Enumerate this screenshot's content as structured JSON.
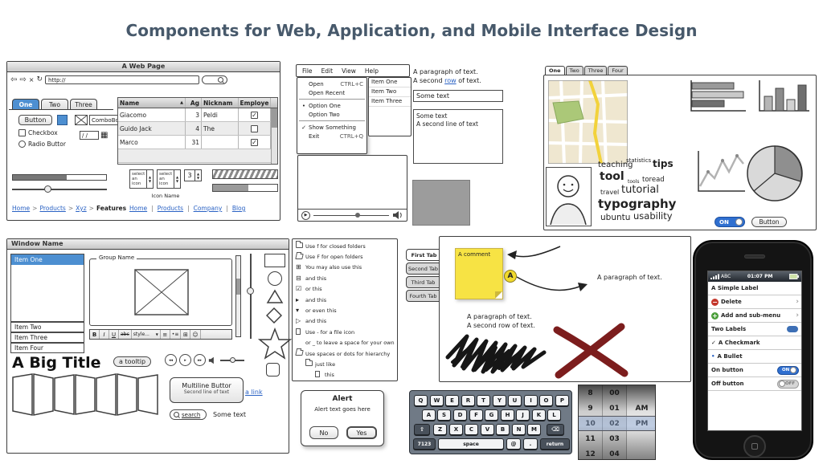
{
  "page": {
    "title": "Components for Web, Application, and Mobile Interface Design"
  },
  "browser": {
    "window_title": "A Web Page",
    "url": "http://",
    "tabs": [
      "One",
      "Two",
      "Three"
    ],
    "button_label": "Button",
    "combo_label": "ComboBo",
    "date_value": "/ /",
    "checkbox_label": "Checkbox",
    "radio_label": "Radio Buttor",
    "table": {
      "headers": [
        "Name",
        "Ag",
        "Nicknam",
        "Employe"
      ],
      "rows": [
        {
          "name": "Giacomo",
          "age": "3",
          "nick": "Peldi",
          "check": "✓"
        },
        {
          "name": "Guido Jack",
          "age": "4",
          "nick": "The",
          "check": ""
        },
        {
          "name": "Marco",
          "age": "31",
          "nick": "",
          "check": "✓"
        }
      ]
    },
    "icon_select_a": "select an icon",
    "icon_select_b": "select an icon",
    "stepper_value": "3",
    "icon_name_label": "Icon Name",
    "breadcrumb": [
      "Home",
      "Products",
      "Xyz",
      "Features"
    ],
    "crumb_sep": ">",
    "footer_links": [
      "Home",
      "Products",
      "Company",
      "Blog"
    ],
    "link_sep": "|"
  },
  "menu": {
    "bar": [
      "File",
      "Edit",
      "View",
      "Help"
    ],
    "open": "Open",
    "open_shortcut": "CTRL+C",
    "open_recent": "Open Recent",
    "option_one": "Option One",
    "option_two": "Option Two",
    "toggle_item": "Show Something",
    "exit": "Exit",
    "exit_shortcut": "CTRL+Q"
  },
  "listbox": {
    "items": [
      "Item One",
      "Item Two",
      "Item Three"
    ]
  },
  "para": {
    "line1": "A paragraph of text.",
    "line2_pre": "A second",
    "line2_link": "row",
    "line2_post": "of text."
  },
  "field_text": "Some text",
  "textarea": {
    "line1": "Some text",
    "line2": "A second line of text"
  },
  "tabpanel": {
    "tabs": [
      "One",
      "Two",
      "Three",
      "Four"
    ],
    "cloud": [
      "statistics",
      "teaching",
      "tips",
      "tool",
      "tools",
      "toread",
      "travel",
      "tutorial",
      "typography",
      "ubuntu",
      "usability"
    ],
    "switch_label": "ON",
    "button_label": "Button"
  },
  "window": {
    "title": "Window Name",
    "selected_item": "Item One",
    "items": [
      "Item Two",
      "Item Three",
      "Item Four"
    ],
    "group_label": "Group Name",
    "editor": {
      "bold": "B",
      "italic": "I",
      "underline": "U",
      "strike": "abc",
      "style": "style..."
    },
    "big_title": "A Big Title",
    "tooltip": "a tooltip",
    "multiline_line1": "Multiline Buttor",
    "multiline_line2": "Second line of text",
    "link": "a link",
    "search_label": "search",
    "some_text": "Some text"
  },
  "tree": {
    "rows": [
      {
        "icon": "folder-closed",
        "text": "Use f for closed folders"
      },
      {
        "icon": "folder-open",
        "text": "Use F for open folders"
      },
      {
        "icon": "plus-box",
        "text": "You may also use this"
      },
      {
        "icon": "minus-box",
        "text": "and this"
      },
      {
        "icon": "checked-box",
        "text": "or this"
      },
      {
        "icon": "triangle-right",
        "text": "and this"
      },
      {
        "icon": "triangle-down",
        "text": "or even this"
      },
      {
        "icon": "triangle-outline",
        "text": "and this"
      },
      {
        "icon": "file",
        "text": "Use - for a file icon"
      },
      {
        "icon": "blank",
        "text": "or _ to leave a space for your own"
      },
      {
        "icon": "folder-open",
        "text": "Use spaces or dots for hierarchy"
      },
      {
        "icon": "folder-closed",
        "text": "just like"
      },
      {
        "icon": "file",
        "text": "this"
      }
    ]
  },
  "sidetabs": [
    "First Tab",
    "Second Tab",
    "Third Tab",
    "Fourth Tab"
  ],
  "annotation": {
    "sticky": "A comment",
    "marker": "A",
    "right_text": "A paragraph of text.",
    "center_line1": "A paragraph of text.",
    "center_line2": "A second row of text."
  },
  "alert": {
    "title": "Alert",
    "message": "Alert text goes here",
    "no": "No",
    "yes": "Yes"
  },
  "keyboard": {
    "row1": [
      "Q",
      "W",
      "E",
      "R",
      "T",
      "Y",
      "U",
      "I",
      "O",
      "P"
    ],
    "row2": [
      "A",
      "S",
      "D",
      "F",
      "G",
      "H",
      "J",
      "K",
      "L"
    ],
    "row3": [
      "Z",
      "X",
      "C",
      "V",
      "B",
      "N",
      "M"
    ],
    "shift": "⇧",
    "backspace": "⌫",
    "num": "7123",
    "space": "space",
    "at": "@",
    "dot": ".",
    "return": "return"
  },
  "picker": {
    "hours": [
      "8",
      "9",
      "10",
      "11",
      "12"
    ],
    "minutes": [
      "00",
      "01",
      "02",
      "03",
      "04"
    ],
    "ampm": [
      "",
      "AM",
      "PM",
      "",
      ""
    ]
  },
  "phone": {
    "carrier": "ABC",
    "clock": "01:07 PM",
    "items": [
      {
        "label": "A Simple Label"
      },
      {
        "label": "Delete"
      },
      {
        "label": "Add and sub-menu"
      },
      {
        "label": "Two Labels"
      },
      {
        "label": "A Checkmark"
      },
      {
        "label": "A Bullet"
      },
      {
        "label": "On button"
      },
      {
        "label": "Off button"
      }
    ],
    "toggle_on": "ON",
    "toggle_off": "OFF"
  },
  "colors": {
    "title": "#47596b",
    "accent_blue": "#4d8fd1",
    "link_blue": "#2a62c4",
    "sticky_yellow": "#f7e344",
    "red_x": "#7c1d1d",
    "toggle_blue": "#2f6fd0",
    "map_bg": "#efe7d0",
    "map_green": "#abc878",
    "map_road": "#f2d23b",
    "image_gray": "#9c9c9c"
  }
}
